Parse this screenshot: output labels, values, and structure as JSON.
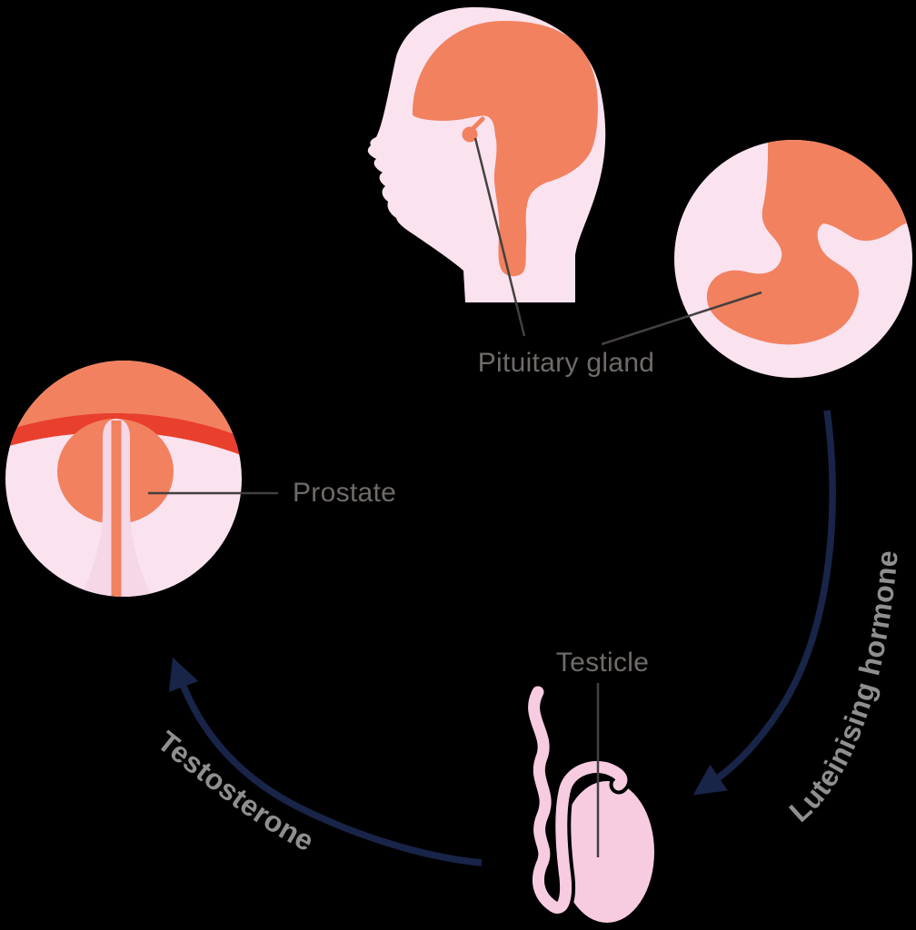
{
  "diagram": {
    "labels": {
      "pituitary_gland": "Pituitary gland",
      "prostate": "Prostate",
      "testicle": "Testicle",
      "luteinising_hormone": "Luteinising hormone",
      "testosterone": "Testosterone"
    },
    "colors": {
      "background": "#000000",
      "pink_light": "#FAE2EF",
      "pink_testicle": "#F7CCE0",
      "pink_urethra": "#F5D7E8",
      "salmon": "#F1815F",
      "red_band": "#E8402C",
      "navy": "#192449",
      "gray_label": "#6F6B69",
      "gray_curved": "#8F8F8F",
      "pointer_line": "#44403E"
    }
  }
}
